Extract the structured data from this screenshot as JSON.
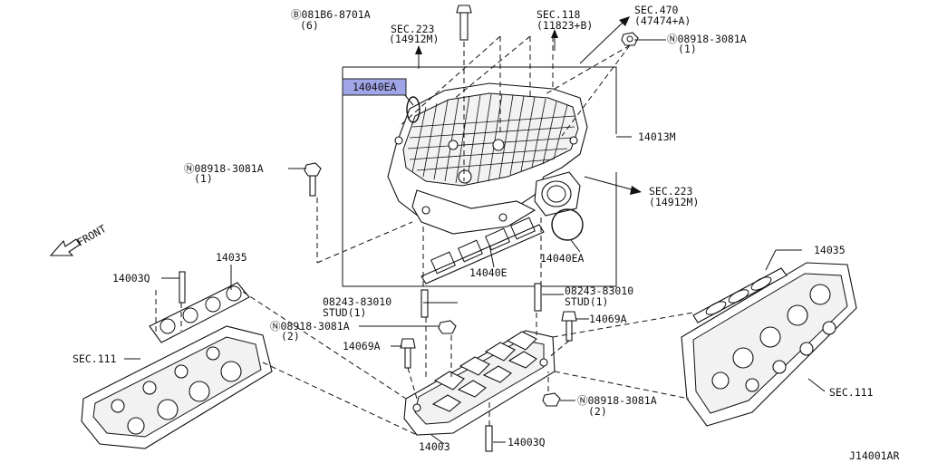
{
  "labels": {
    "bolt_81b6": "Ⓑ081B6-8701A",
    "bolt_81b6_qty": "(6)",
    "sec223_top": "SEC.223",
    "sec223_top_sub": "(14912M)",
    "sec118": "SEC.118",
    "sec118_sub": "(11823+B)",
    "sec470": "SEC.470",
    "sec470_sub": "(47474+A)",
    "nut_top_right": "Ⓝ08918-3081A",
    "nut_top_right_qty": "(1)",
    "gasket_highlight": "14040EA",
    "collector": "14013M",
    "nut_left": "Ⓝ08918-3081A",
    "nut_left_qty": "(1)",
    "sec223_right": "SEC.223",
    "sec223_right_sub": "(14912M)",
    "front": "FRONT",
    "gasket_14040e": "14040E",
    "gasket_14040ea_lower": "14040EA",
    "gasket_14035_left": "14035",
    "stud_14003q_left": "14003Q",
    "stud_left_code": "08243-83010",
    "stud_left_name": "STUD(1)",
    "stud_right_code": "08243-83010",
    "stud_right_name": "STUD(1)",
    "nut_mid": "Ⓝ08918-3081A",
    "nut_mid_qty": "(2)",
    "bolt_14069a_right": "14069A",
    "bolt_14069a_left": "14069A",
    "sec111_left": "SEC.111",
    "gasket_14035_right": "14035",
    "sec111_right": "SEC.111",
    "nut_bottom": "Ⓝ08918-3081A",
    "nut_bottom_qty": "(2)",
    "manifold_14003": "14003",
    "stud_14003q_bottom": "14003Q",
    "diagram_code": "J14001AR"
  },
  "colors": {
    "highlight": "#9fa5e6",
    "line": "#111111"
  }
}
